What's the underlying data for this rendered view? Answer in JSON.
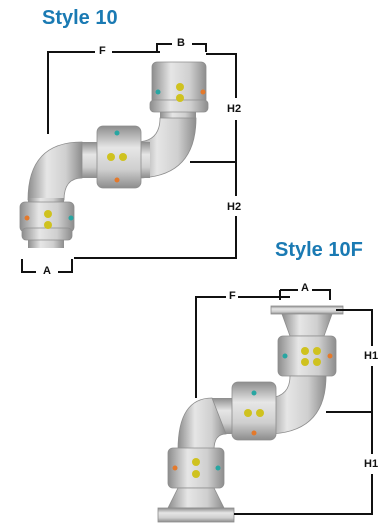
{
  "styles": [
    {
      "title": "Style 10",
      "labels": {
        "f": "F",
        "b": "B",
        "h2_top": "H2",
        "h2_bottom": "H2",
        "a": "A"
      }
    },
    {
      "title": "Style 10F",
      "labels": {
        "f": "F",
        "a": "A",
        "h1_top": "H1",
        "h1_bottom": "H1"
      }
    }
  ],
  "colors": {
    "title": "#1a7ab3",
    "pipe": "#c9c9c9",
    "pipe_dark": "#9e9e9e",
    "bolt_yellow": "#cfc21f",
    "dot_orange": "#e4792b",
    "dot_teal": "#28a6a2"
  }
}
